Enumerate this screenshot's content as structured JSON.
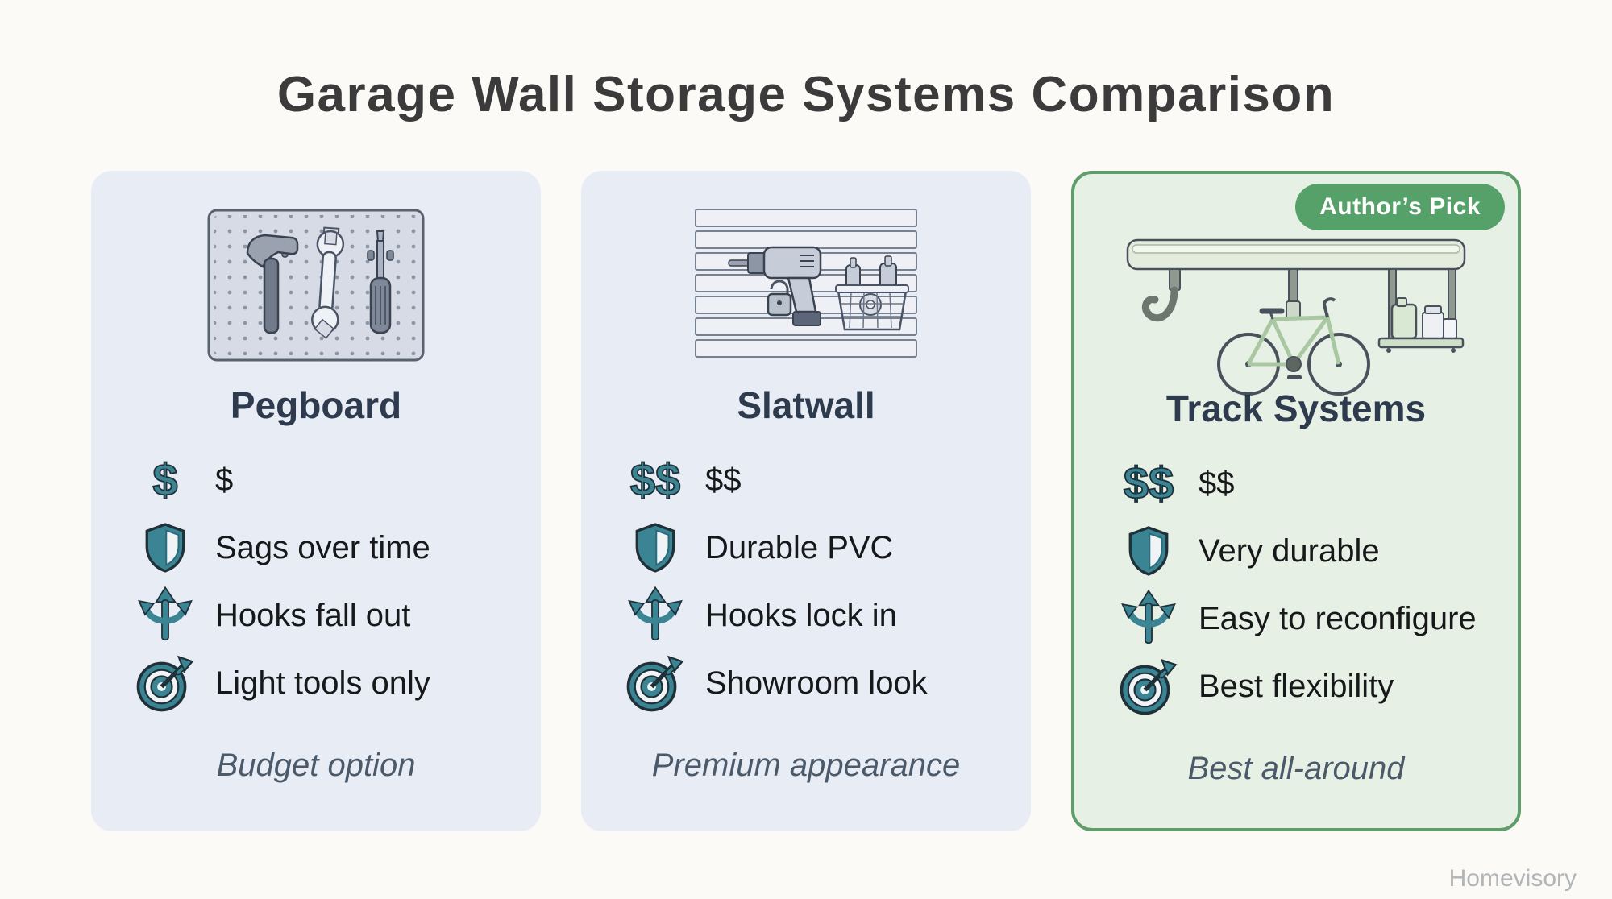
{
  "page": {
    "title": "Garage Wall Storage Systems Comparison",
    "watermark": "Homevisory"
  },
  "colors": {
    "background": "#fbfaf7",
    "card_bg": "#e8ecf4",
    "pick_card_bg": "#e7f0e4",
    "pick_border": "#5f9e6a",
    "badge_bg": "#55a169",
    "accent_teal": "#3a8494",
    "icon_outline": "#203039",
    "title_text": "#3b3b3b",
    "card_title_text": "#2e3a4d",
    "footer_text": "#4b5a6a"
  },
  "cards": [
    {
      "title": "Pegboard",
      "illustration": "pegboard-with-tools",
      "features": [
        {
          "icon": "dollar-icon",
          "glyph": "$",
          "text": "$"
        },
        {
          "icon": "shield-icon",
          "text": "Sags over time"
        },
        {
          "icon": "arrows-icon",
          "text": "Hooks fall out"
        },
        {
          "icon": "target-icon",
          "text": "Light tools only"
        }
      ],
      "footer": "Budget option"
    },
    {
      "title": "Slatwall",
      "illustration": "slatwall-with-drill-and-basket",
      "features": [
        {
          "icon": "dollar-icon",
          "glyph": "$$",
          "text": "$$"
        },
        {
          "icon": "shield-icon",
          "text": "Durable PVC"
        },
        {
          "icon": "arrows-icon",
          "text": "Hooks lock in"
        },
        {
          "icon": "target-icon",
          "text": "Showroom look"
        }
      ],
      "footer": "Premium appearance"
    },
    {
      "title": "Track Systems",
      "badge": "Author’s Pick",
      "illustration": "track-rail-with-hook-bike-shelf",
      "features": [
        {
          "icon": "dollar-icon",
          "glyph": "$$",
          "text": "$$"
        },
        {
          "icon": "shield-icon",
          "text": "Very durable"
        },
        {
          "icon": "arrows-icon",
          "text": "Easy to reconfigure"
        },
        {
          "icon": "target-icon",
          "text": "Best flexibility"
        }
      ],
      "footer": "Best all-around"
    }
  ]
}
